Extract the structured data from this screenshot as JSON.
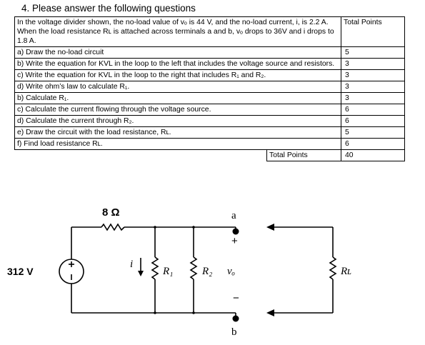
{
  "question": {
    "heading": "4. Please answer the following questions",
    "intro": "In the voltage divider shown, the no-load value of vₒ is 44 V, and the no-load current, i, is 2.2 A. When the load resistance Rʟ is attached across terminals a and b, vₒ drops to 36V and i drops to 1.8 A.",
    "total_points_header": "Total Points",
    "rows": [
      {
        "text": "a) Draw the no-load circuit",
        "points": "5"
      },
      {
        "text": "b) Write the equation for KVL in the loop to the left that includes the voltage source and resistors.",
        "points": "3"
      },
      {
        "text": "c) Write the equation for KVL in the loop to the right that includes R₁ and R₂.",
        "points": "3"
      },
      {
        "text": "d) Write ohm’s law to calculate R₁.",
        "points": "3"
      },
      {
        "text": "b) Calculate R₁.",
        "points": "3"
      },
      {
        "text": "c) Calculate the current flowing through the voltage source.",
        "points": "6"
      },
      {
        "text": "d) Calculate the current through R₂.",
        "points": "6"
      },
      {
        "text": "e) Draw the circuit with the load resistance, Rʟ.",
        "points": "5"
      },
      {
        "text": "f) Find load resistance Rʟ.",
        "points": "6"
      }
    ],
    "total_label": "Total Points",
    "total_value": "40"
  },
  "circuit": {
    "source_label": "312 V",
    "series_resistor_label": "8 Ω",
    "terminal_a": "a",
    "terminal_b": "b",
    "current_label": "i",
    "r1_label": "R₁",
    "r2_label": "R₂",
    "vo_label": "vₒ",
    "plus_sign": "+",
    "minus_sign": "−",
    "load_label": "Rʟ"
  }
}
